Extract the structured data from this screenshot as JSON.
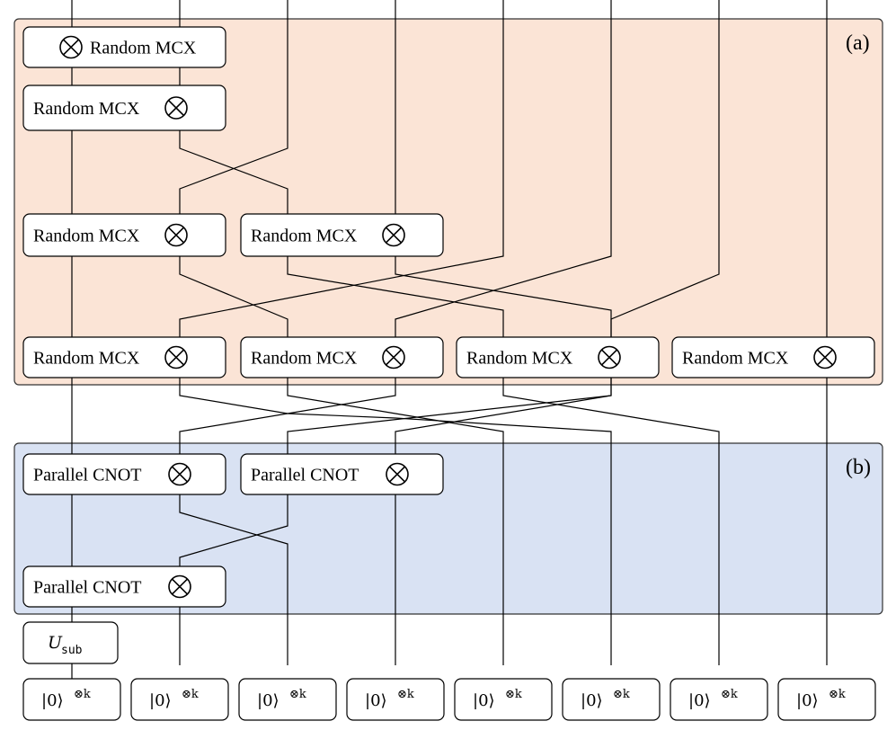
{
  "panels": {
    "a": {
      "label": "(a)",
      "color": "#fbe4d6"
    },
    "b": {
      "label": "(b)",
      "color": "#d9e2f3"
    }
  },
  "gates": {
    "random_mcx": "Random MCX",
    "parallel_cnot": "Parallel CNOT",
    "u_sub_main": "U",
    "u_sub_subscript": "sub"
  },
  "inputs": {
    "ket": "|0⟩",
    "superscript": "⊗k",
    "count": 8
  },
  "icons": {
    "gate_marker": "otimes-icon"
  }
}
